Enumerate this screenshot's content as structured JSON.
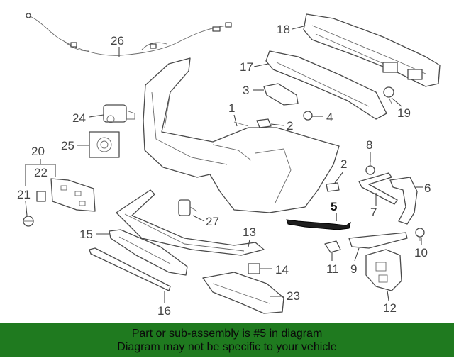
{
  "callouts": {
    "c1": "1",
    "c2a": "2",
    "c2b": "2",
    "c3": "3",
    "c4": "4",
    "c5": "5",
    "c6": "6",
    "c7": "7",
    "c8": "8",
    "c9": "9",
    "c10": "10",
    "c11": "11",
    "c12": "12",
    "c13": "13",
    "c14": "14",
    "c15": "15",
    "c16": "16",
    "c17": "17",
    "c18": "18",
    "c19": "19",
    "c20": "20",
    "c21": "21",
    "c22": "22",
    "c23": "23",
    "c24": "24",
    "c25": "25",
    "c26": "26",
    "c27": "27"
  },
  "highlight": {
    "part_number": "5",
    "color": "#000000"
  },
  "banner": {
    "line1": "Part or sub-assembly is #5 in diagram",
    "line2": "Diagram may not be specific to your vehicle",
    "background": "#1f7a1f"
  }
}
